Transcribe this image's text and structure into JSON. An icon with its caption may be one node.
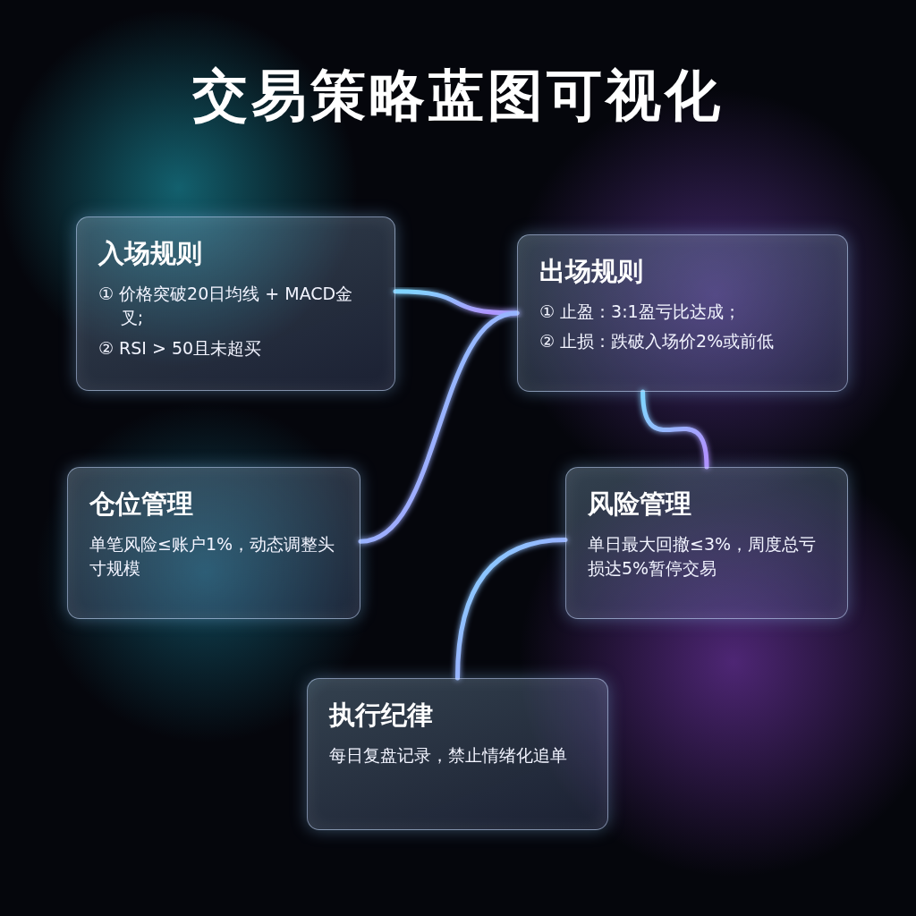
{
  "diagram": {
    "title": "交易策略蓝图可视化",
    "nodes": [
      {
        "text": [
          "入场规则",
          "① 价格突破20日均线 + MACD金叉;",
          "② RSI > 50且未超买"
        ]
      },
      {
        "text": [
          "出场规则",
          "① 止盈：3:1盈亏比达成；",
          "② 止损：跌破入场价2%或前低"
        ]
      },
      {
        "text": [
          "仓位管理",
          "单笔风险≤账户1%，动态调整头寸规模"
        ]
      },
      {
        "text": [
          "风险管理",
          "单日最大回撤≤3%，周度总亏损达5%暂停交易"
        ]
      },
      {
        "text": [
          "执行纪律",
          "每日复盘记录，禁止情绪化追单"
        ]
      }
    ],
    "edges": [
      {
        "from": 0,
        "to": 1,
        "arrow": "none"
      },
      {
        "from": 2,
        "to": 1,
        "arrow": "none"
      },
      {
        "from": 1,
        "to": 3,
        "arrow": "none"
      },
      {
        "from": 4,
        "to": 3,
        "arrow": "none"
      }
    ]
  }
}
